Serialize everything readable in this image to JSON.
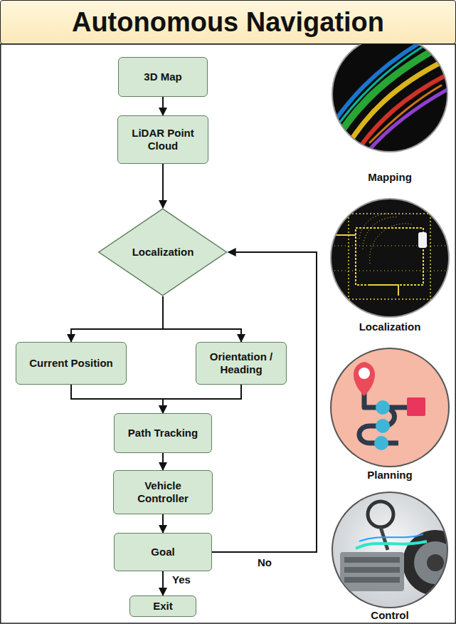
{
  "diagram": {
    "title": "Autonomous Navigation",
    "nodes": [
      {
        "text": [
          "3D Map"
        ]
      },
      {
        "text": [
          "LiDAR Point Cloud"
        ]
      },
      {
        "text": [
          "Localization"
        ]
      },
      {
        "text": [
          "Current Position"
        ]
      },
      {
        "text": [
          "Orientation / Heading"
        ]
      },
      {
        "text": [
          "Path Tracking"
        ]
      },
      {
        "text": [
          "Vehicle Controller"
        ]
      },
      {
        "text": [
          "Goal"
        ]
      },
      {
        "text": [
          "Exit"
        ]
      }
    ],
    "edges": [
      {
        "from": 0,
        "to": 1,
        "arrow": "to"
      },
      {
        "from": 1,
        "to": 2,
        "arrow": "to"
      },
      {
        "from": 2,
        "to": 3,
        "arrow": "to"
      },
      {
        "from": 2,
        "to": 4,
        "arrow": "to"
      },
      {
        "from": 3,
        "to": 5,
        "arrow": "to"
      },
      {
        "from": 4,
        "to": 5,
        "arrow": "to"
      },
      {
        "from": 5,
        "to": 6,
        "arrow": "to"
      },
      {
        "from": 6,
        "to": 7,
        "arrow": "to"
      },
      {
        "from": 7,
        "to": 8,
        "label": "Yes",
        "arrow": "to"
      },
      {
        "from": 7,
        "to": 2,
        "label": "No",
        "arrow": "to"
      }
    ],
    "labels": [
      "Mapping",
      "Localization",
      "Planning",
      "Control"
    ]
  }
}
